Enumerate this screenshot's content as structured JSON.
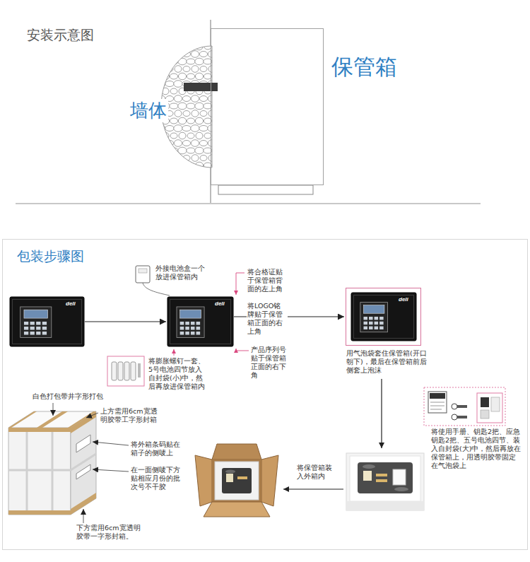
{
  "diagram": {
    "nodes": [
      {
        "text": [
          "墙体"
        ]
      },
      {
        "text": [
          "保管箱"
        ]
      },
      {
        "text": [
          "包装步骤图"
        ]
      },
      {
        "text": [
          "deli"
        ],
        "in": 2
      },
      {
        "text": [
          "deli"
        ],
        "in": 2
      },
      {
        "text": [
          "deli",
          "用气泡袋套住保管箱(开口 朝下)，最后在保管箱前后 侧套上泡沫"
        ],
        "in": 2
      }
    ],
    "edges": [
      {
        "from": 3,
        "to": 4,
        "arrow": "to"
      },
      {
        "from": 4,
        "to": 5,
        "arrow": "to"
      }
    ],
    "labels": [
      "安装示意图",
      "外接电池盒一个 放进保管箱内",
      "将合格证贴 于保管箱背 面的左上角",
      "将LOGO铭 牌贴于保管 箱正面的右 上角",
      "产品序列号 贴于保管箱 正面的右下 角",
      "将膨胀螺钉一套、 5号电池四节放入 自封袋(小)中，然 后再放进保管箱内",
      "将使用手册、钥匙2把、应急 钥匙2把、五号电池四节、装 入自封袋(大)中，然后再放在 保管箱上，用透明胶带固定 在气泡袋上",
      "将保管箱装 入外箱内",
      "白色打包带井字形打包",
      "上方需用6cm宽透 明胶带工字形封箱",
      "将外箱条码贴在 箱子的侧唛上",
      "在一面侧唛下方 贴相应月份的批 次号不干胶",
      "下方需用6cm宽透明 胶带一字形封箱。"
    ]
  }
}
